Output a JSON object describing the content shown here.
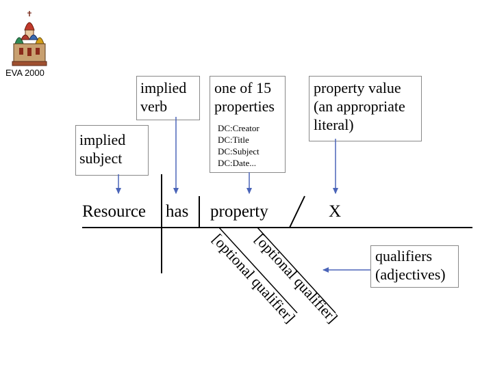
{
  "logo": {
    "caption": "EVA 2000",
    "icon": "kremlin-cathedral-icon"
  },
  "boxes": {
    "implied_verb": "implied\nverb",
    "implied_subject": "implied\nsubject",
    "properties_count": "one of 15\nproperties",
    "property_examples": "DC:Creator\nDC:Title\nDC:Subject\nDC:Date...",
    "property_value": "property value\n(an appropriate\nliteral)"
  },
  "sentence": {
    "resource": "Resource",
    "has": "has",
    "property": "property",
    "value": "X"
  },
  "qualifier_a": "[optional qualifier]",
  "qualifier_b": "[optional qualifier]",
  "qualifiers_note": "qualifiers\n(adjectives)"
}
